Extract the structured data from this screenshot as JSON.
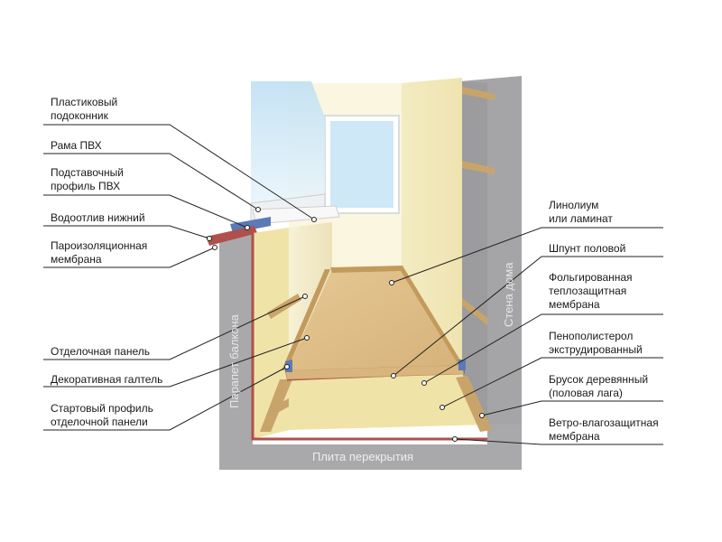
{
  "labels_left": [
    {
      "id": "plastic-sill",
      "text": "Пластиковый\nподоконник"
    },
    {
      "id": "pvc-frame",
      "text": "Рама ПВХ"
    },
    {
      "id": "pvc-stand-profile",
      "text": "Подставочный\nпрофиль ПВХ"
    },
    {
      "id": "lower-drip",
      "text": "Водоотлив нижний"
    },
    {
      "id": "vapor-membrane",
      "text": "Пароизоляционная\nмембрана"
    },
    {
      "id": "finish-panel",
      "text": "Отделочная панель"
    },
    {
      "id": "decor-fillet",
      "text": "Декоративная галтель"
    },
    {
      "id": "starter-profile",
      "text": "Стартовый профиль\nотделочной панели"
    }
  ],
  "labels_right": [
    {
      "id": "linoleum",
      "text": "Линолиум\nили ламинат"
    },
    {
      "id": "floor-tongue",
      "text": "Шпунт половой"
    },
    {
      "id": "foil-membrane",
      "text": "Фольгированная\nтеплозащитная\nмембрана"
    },
    {
      "id": "xps",
      "text": "Пенополистерол\nэкструдированный"
    },
    {
      "id": "wood-joist",
      "text": "Брусок деревянный\n(половая лага)"
    },
    {
      "id": "wind-membrane",
      "text": "Ветро-влагозащитная\nмембрана"
    }
  ],
  "structure_labels": {
    "parapet": "Парапет балкона",
    "house_wall": "Стена дома",
    "floor_slab": "Плита перекрытия"
  },
  "colors": {
    "concrete": "#a9a9ab",
    "insulation": "#f2e8b4",
    "membrane": "#b0504c",
    "wood": "#c9a46a",
    "glass": "#cfe6f5",
    "leader": "#222222"
  }
}
